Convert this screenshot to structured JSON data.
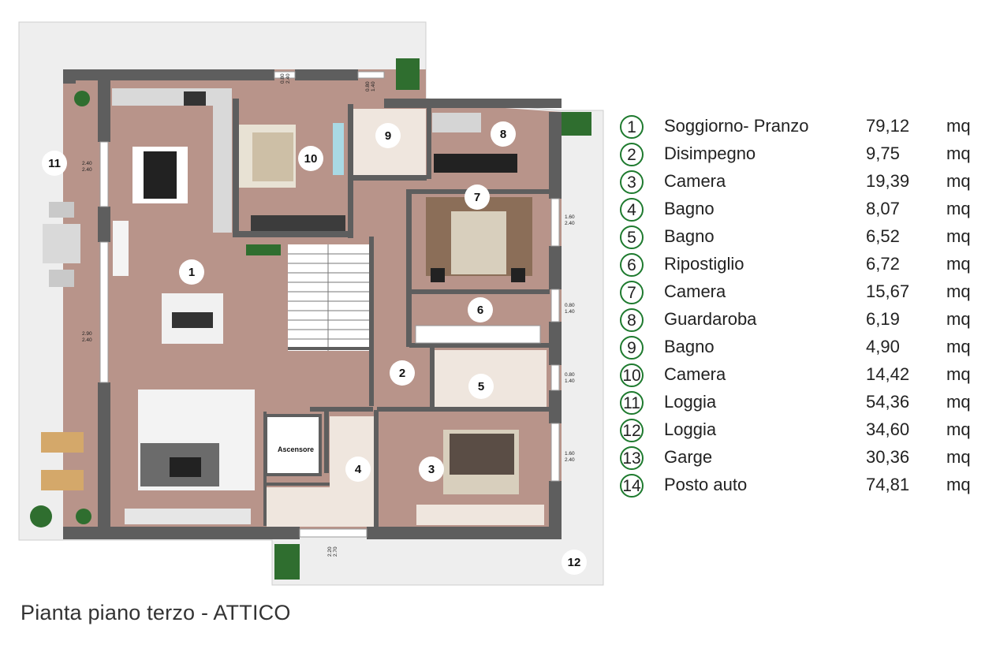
{
  "caption": "Pianta piano terzo - ATTICO",
  "elevator_label": "Ascensore",
  "colors": {
    "floor": "#b8948a",
    "wall": "#5e5e5e",
    "terrace": "#eeeeee",
    "badge_border": "#1e7a2e",
    "green": "#2f6e2f"
  },
  "plan_labels": [
    {
      "id": "1",
      "text": "1"
    },
    {
      "id": "2",
      "text": "2"
    },
    {
      "id": "3",
      "text": "3"
    },
    {
      "id": "4",
      "text": "4"
    },
    {
      "id": "5",
      "text": "5"
    },
    {
      "id": "6",
      "text": "6"
    },
    {
      "id": "7",
      "text": "7"
    },
    {
      "id": "8",
      "text": "8"
    },
    {
      "id": "9",
      "text": "9"
    },
    {
      "id": "10",
      "text": "10"
    },
    {
      "id": "11",
      "text": "11"
    },
    {
      "id": "12",
      "text": "12"
    }
  ],
  "dimensions": [
    {
      "id": "d1",
      "top": "0.80",
      "bottom": "2.40"
    },
    {
      "id": "d2",
      "top": "0.80",
      "bottom": "1.40"
    },
    {
      "id": "d3",
      "top": "2.40",
      "bottom": "2.40"
    },
    {
      "id": "d4",
      "top": "1.60",
      "bottom": "2.40"
    },
    {
      "id": "d5",
      "top": "0.80",
      "bottom": "1.40"
    },
    {
      "id": "d6",
      "top": "2.90",
      "bottom": "2.40"
    },
    {
      "id": "d7",
      "top": "0.80",
      "bottom": "1.40"
    },
    {
      "id": "d8",
      "top": "1.60",
      "bottom": "2.40"
    },
    {
      "id": "d9",
      "top": "2.20",
      "bottom": "2.70"
    }
  ],
  "legend": [
    {
      "num": "1",
      "name": "Soggiorno- Pranzo",
      "area": "79,12",
      "unit": "mq"
    },
    {
      "num": "2",
      "name": "Disimpegno",
      "area": "9,75",
      "unit": "mq"
    },
    {
      "num": "3",
      "name": "Camera",
      "area": "19,39",
      "unit": "mq"
    },
    {
      "num": "4",
      "name": "Bagno",
      "area": "8,07",
      "unit": "mq"
    },
    {
      "num": "5",
      "name": "Bagno",
      "area": "6,52",
      "unit": "mq"
    },
    {
      "num": "6",
      "name": "Ripostiglio",
      "area": "6,72",
      "unit": "mq"
    },
    {
      "num": "7",
      "name": "Camera",
      "area": "15,67",
      "unit": "mq"
    },
    {
      "num": "8",
      "name": "Guardaroba",
      "area": "6,19",
      "unit": "mq"
    },
    {
      "num": "9",
      "name": "Bagno",
      "area": "4,90",
      "unit": "mq"
    },
    {
      "num": "10",
      "name": "Camera",
      "area": "14,42",
      "unit": "mq"
    },
    {
      "num": "11",
      "name": "Loggia",
      "area": "54,36",
      "unit": "mq"
    },
    {
      "num": "12",
      "name": "Loggia",
      "area": "34,60",
      "unit": "mq"
    },
    {
      "num": "13",
      "name": "Garge",
      "area": "30,36",
      "unit": "mq"
    },
    {
      "num": "14",
      "name": "Posto auto",
      "area": "74,81",
      "unit": "mq"
    }
  ]
}
